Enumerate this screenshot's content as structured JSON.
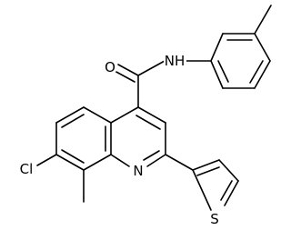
{
  "atoms": {
    "oxygen": "O",
    "amide_nh": "NH",
    "ring_nitrogen": "N",
    "chlorine": "Cl",
    "sulfur": "S"
  }
}
